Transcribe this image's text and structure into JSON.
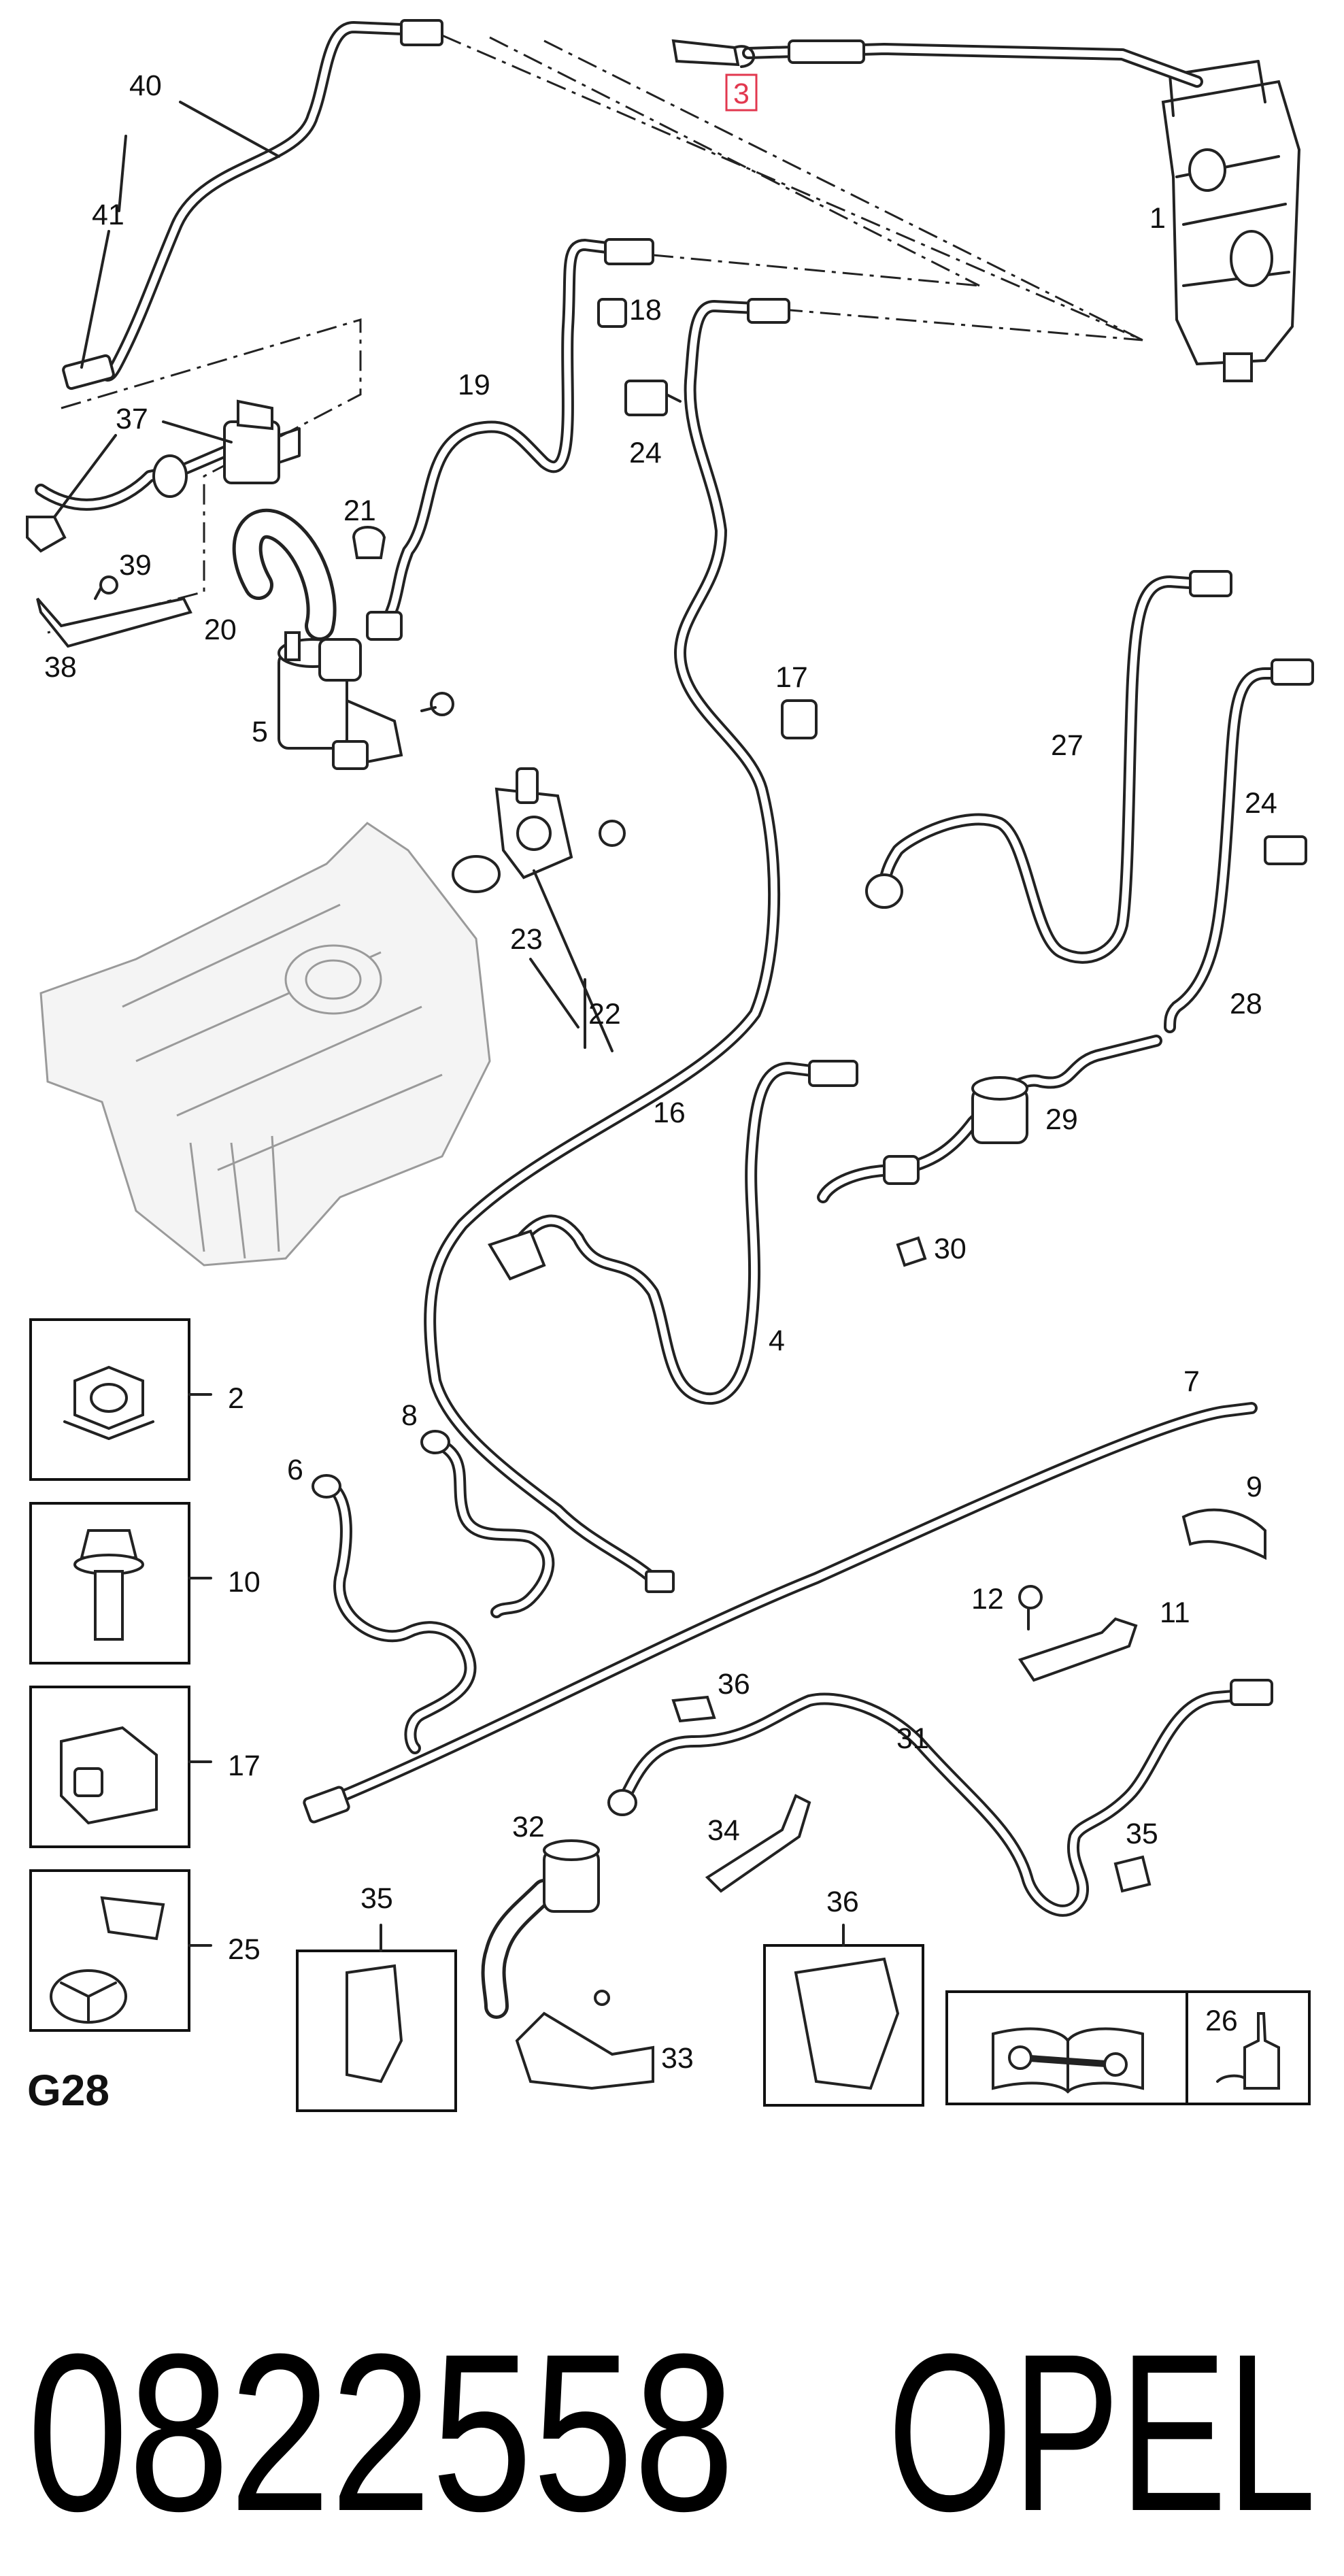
{
  "diagram": {
    "callouts": [
      {
        "id": "c1",
        "text": "1"
      },
      {
        "id": "c2",
        "text": "2"
      },
      {
        "id": "c3",
        "text": "3"
      },
      {
        "id": "c4",
        "text": "4"
      },
      {
        "id": "c5",
        "text": "5"
      },
      {
        "id": "c6",
        "text": "6"
      },
      {
        "id": "c7",
        "text": "7"
      },
      {
        "id": "c8",
        "text": "8"
      },
      {
        "id": "c9",
        "text": "9"
      },
      {
        "id": "c10",
        "text": "10"
      },
      {
        "id": "c11",
        "text": "11"
      },
      {
        "id": "c12",
        "text": "12"
      },
      {
        "id": "c16",
        "text": "16"
      },
      {
        "id": "c17a",
        "text": "17"
      },
      {
        "id": "c17b",
        "text": "17"
      },
      {
        "id": "c18",
        "text": "18"
      },
      {
        "id": "c19",
        "text": "19"
      },
      {
        "id": "c20",
        "text": "20"
      },
      {
        "id": "c21",
        "text": "21"
      },
      {
        "id": "c22",
        "text": "22"
      },
      {
        "id": "c23",
        "text": "23"
      },
      {
        "id": "c24a",
        "text": "24"
      },
      {
        "id": "c24b",
        "text": "24"
      },
      {
        "id": "c25",
        "text": "25"
      },
      {
        "id": "c26",
        "text": "26"
      },
      {
        "id": "c27",
        "text": "27"
      },
      {
        "id": "c28",
        "text": "28"
      },
      {
        "id": "c29",
        "text": "29"
      },
      {
        "id": "c30",
        "text": "30"
      },
      {
        "id": "c31",
        "text": "31"
      },
      {
        "id": "c32",
        "text": "32"
      },
      {
        "id": "c33",
        "text": "33"
      },
      {
        "id": "c34",
        "text": "34"
      },
      {
        "id": "c35a",
        "text": "35"
      },
      {
        "id": "c35b",
        "text": "35"
      },
      {
        "id": "c36a",
        "text": "36"
      },
      {
        "id": "c36b",
        "text": "36"
      },
      {
        "id": "c37",
        "text": "37"
      },
      {
        "id": "c38",
        "text": "38"
      },
      {
        "id": "c39",
        "text": "39"
      },
      {
        "id": "c40",
        "text": "40"
      },
      {
        "id": "c41",
        "text": "41"
      }
    ],
    "group_code": "G28",
    "highlight_color": "#e2384f"
  },
  "footer": {
    "part_number": "0822558",
    "brand": "OPEL"
  },
  "icons": [
    "manual-wrench-icon",
    "sealant-bottle-icon"
  ]
}
